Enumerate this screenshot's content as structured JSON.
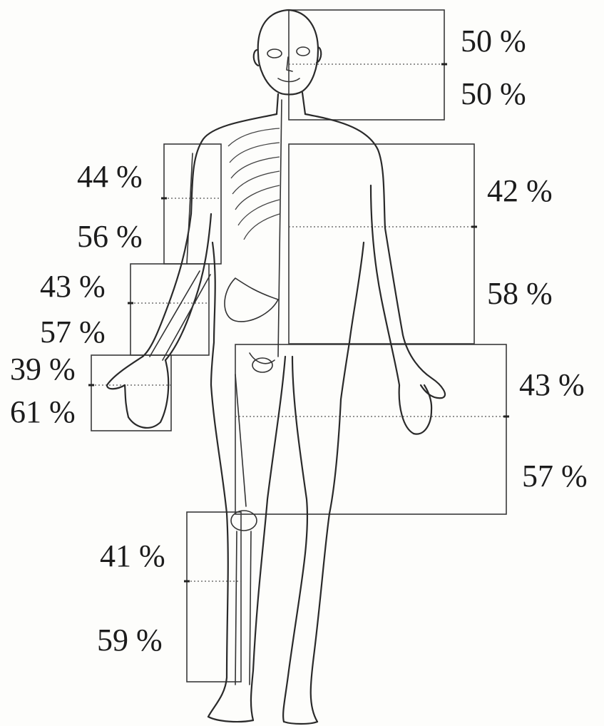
{
  "segments": {
    "head_upper": "50 %",
    "head_lower": "50 %",
    "upper_arm_upper": "44 %",
    "upper_arm_lower": "56 %",
    "trunk_upper": "42 %",
    "trunk_lower": "58 %",
    "forearm_upper": "43 %",
    "forearm_lower": "57 %",
    "hand_upper": "39 %",
    "hand_lower": "61 %",
    "thigh_upper": "43 %",
    "thigh_lower": "57 %",
    "shank_upper": "41 %",
    "shank_lower": "59 %"
  }
}
